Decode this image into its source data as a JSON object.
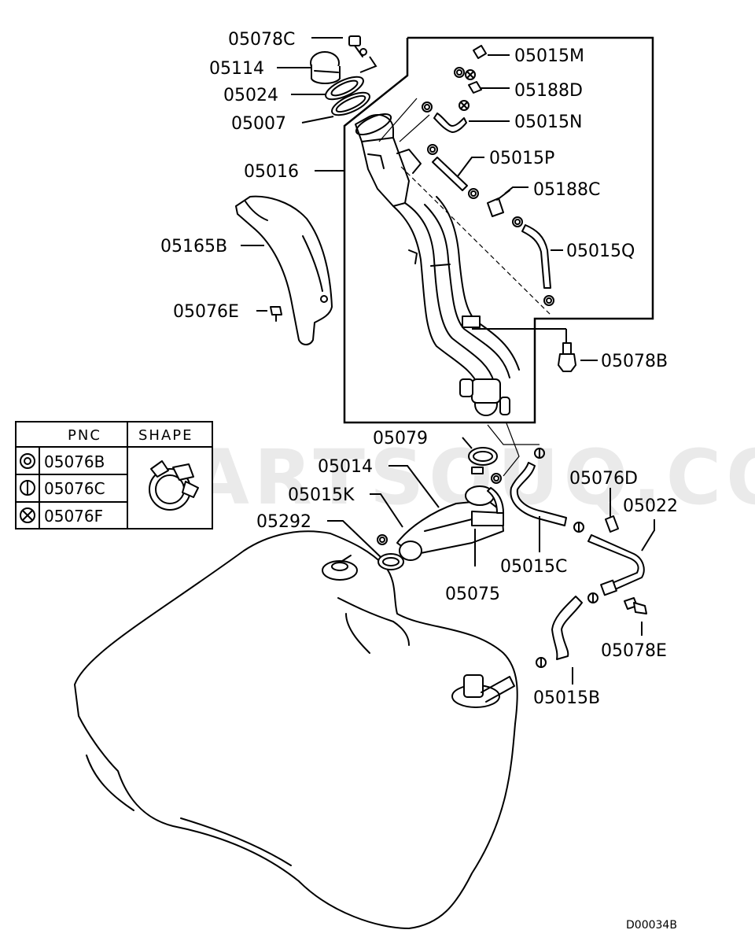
{
  "watermark": "PARTSOUQ.COM",
  "diagram_code": "D00034B",
  "legend": {
    "header_pnc": "PNC",
    "header_shape": "SHAPE",
    "rows": [
      "05076B",
      "05076C",
      "05076F"
    ]
  },
  "callouts": {
    "p05078C": "05078C",
    "p05114": "05114",
    "p05024": "05024",
    "p05007": "05007",
    "p05016": "05016",
    "p05165B": "05165B",
    "p05076E": "05076E",
    "p05015M": "05015M",
    "p05188D": "05188D",
    "p05015N": "05015N",
    "p05015P": "05015P",
    "p05188C": "05188C",
    "p05015Q": "05015Q",
    "p05078B": "05078B",
    "p05079": "05079",
    "p05014": "05014",
    "p05015K": "05015K",
    "p05292": "05292",
    "p05075": "05075",
    "p05015C": "05015C",
    "p05076D": "05076D",
    "p05022": "05022",
    "p05078E": "05078E",
    "p05015B": "05015B"
  }
}
